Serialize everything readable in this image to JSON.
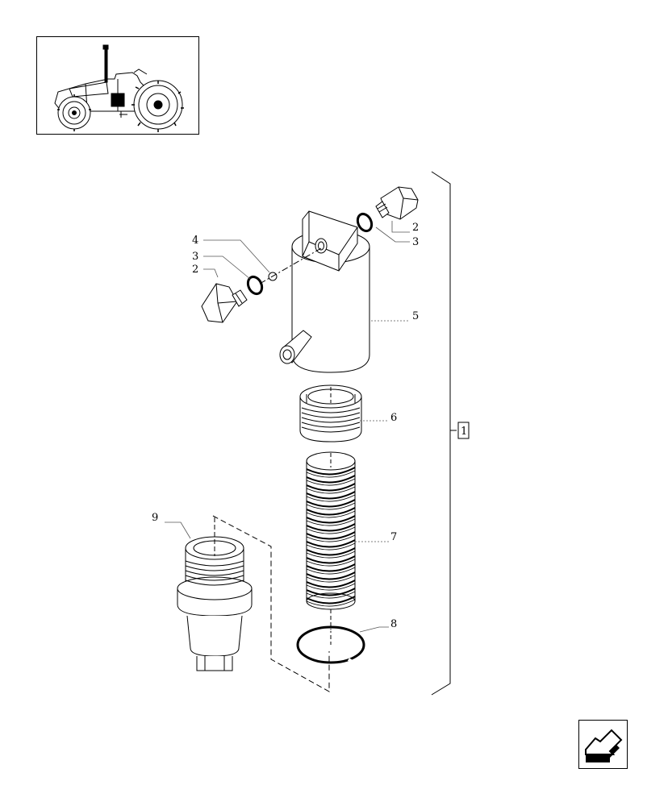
{
  "diagram": {
    "callouts": [
      {
        "id": "1",
        "text": "1"
      },
      {
        "id": "2a",
        "text": "2"
      },
      {
        "id": "3a",
        "text": "3"
      },
      {
        "id": "2b",
        "text": "2"
      },
      {
        "id": "3b",
        "text": "3"
      },
      {
        "id": "4",
        "text": "4"
      },
      {
        "id": "5",
        "text": "5"
      },
      {
        "id": "6",
        "text": "6"
      },
      {
        "id": "7",
        "text": "7"
      },
      {
        "id": "8",
        "text": "8"
      },
      {
        "id": "9",
        "text": "9"
      }
    ]
  },
  "thumbnail": {
    "icon": "tractor-icon"
  },
  "navigation": {
    "icon": "previous-page-arrow-icon"
  }
}
